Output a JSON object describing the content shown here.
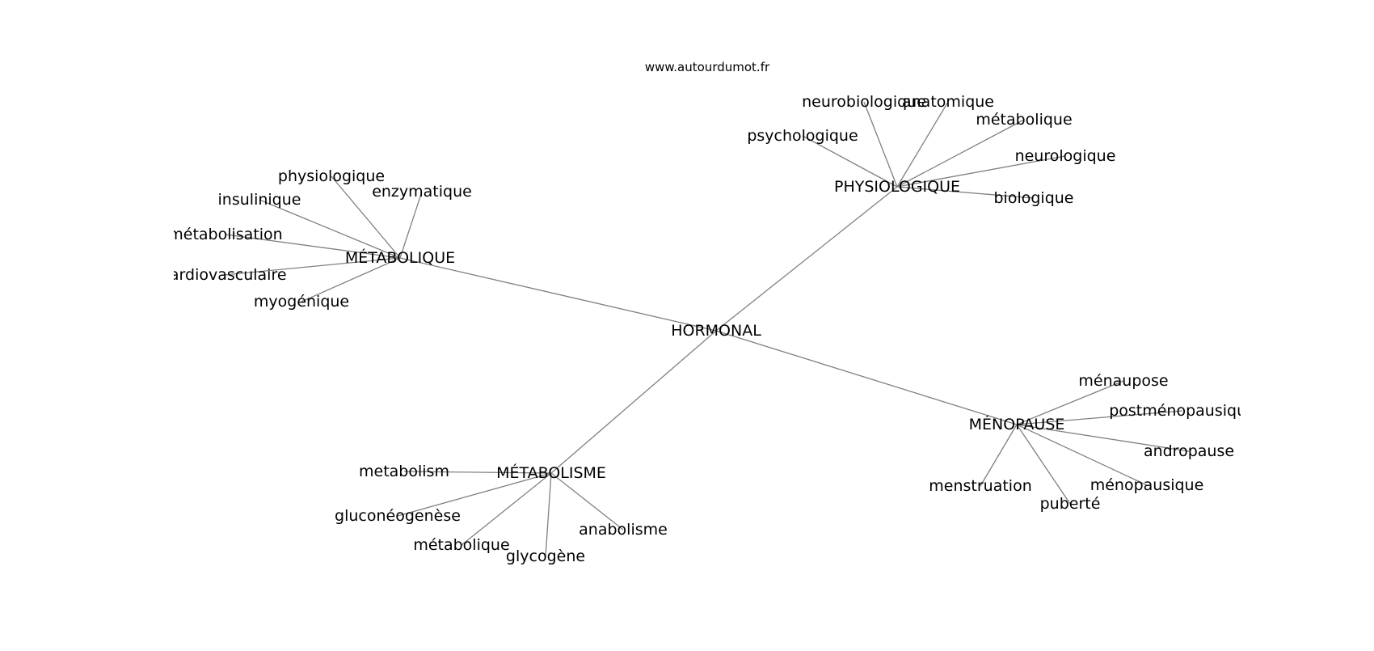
{
  "source_label": "www.autourdumot.fr",
  "graph": {
    "center": {
      "label": "HORMONAL"
    },
    "clusters": [
      {
        "label": "MÉTABOLIQUE",
        "leaves": [
          "physiologique",
          "enzymatique",
          "insulinique",
          "métabolisation",
          "cardiovasculaire",
          "myogénique"
        ]
      },
      {
        "label": "PHYSIOLOGIQUE",
        "leaves": [
          "neurobiologique",
          "anatomique",
          "métabolique",
          "psychologique",
          "neurologique",
          "biologique"
        ]
      },
      {
        "label": "MÉNOPAUSE",
        "leaves": [
          "ménaupose",
          "postménopausique",
          "andropause",
          "ménopausique",
          "puberté",
          "menstruation"
        ]
      },
      {
        "label": "MÉTABOLISME",
        "leaves": [
          "metabolism",
          "gluconéogenèse",
          "métabolique",
          "glycogène",
          "anabolisme"
        ]
      }
    ]
  }
}
